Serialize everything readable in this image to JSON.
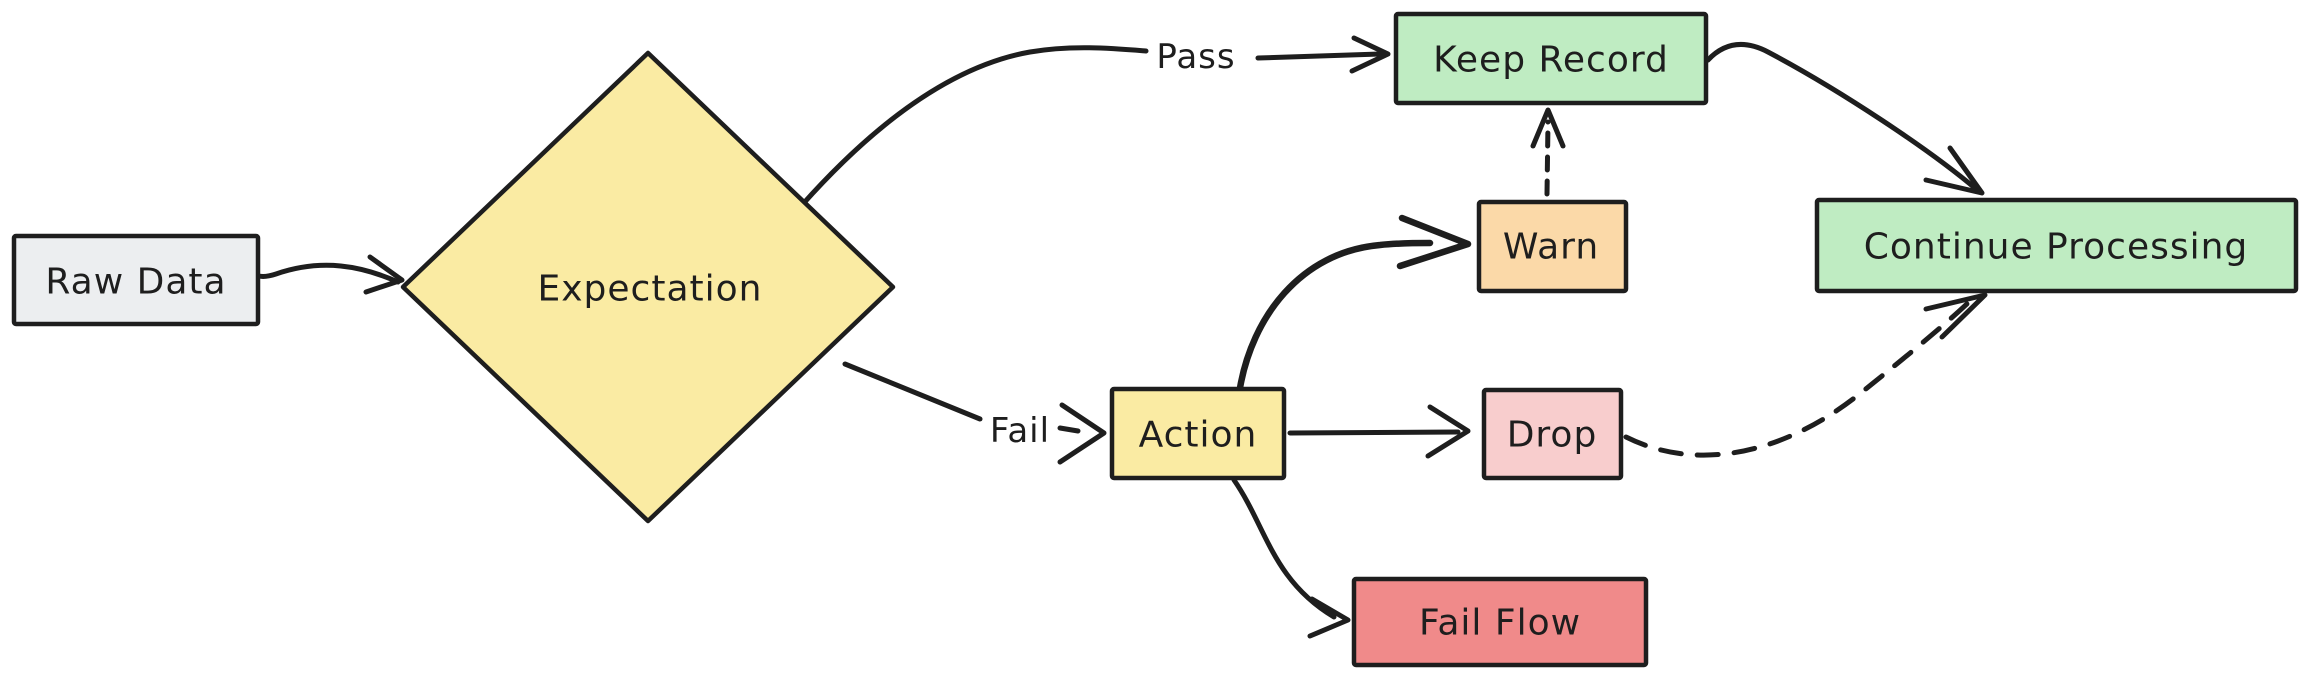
{
  "diagram": {
    "title": "Expectation validation flowchart",
    "background": "#ffffff",
    "stroke_color": "#1e1e1e",
    "nodes": {
      "raw_data": {
        "label": "Raw Data",
        "shape": "rectangle",
        "fill": "#eceef0"
      },
      "expectation": {
        "label": "Expectation",
        "shape": "diamond",
        "fill": "#faeba3"
      },
      "keep_record": {
        "label": "Keep Record",
        "shape": "rectangle",
        "fill": "#bfecc2"
      },
      "warn": {
        "label": "Warn",
        "shape": "rectangle",
        "fill": "#fbd9a8"
      },
      "action": {
        "label": "Action",
        "shape": "rectangle",
        "fill": "#faeba3"
      },
      "drop": {
        "label": "Drop",
        "shape": "rectangle",
        "fill": "#f8cdcd"
      },
      "fail_flow": {
        "label": "Fail Flow",
        "shape": "rectangle",
        "fill": "#f08a8a"
      },
      "continue_processing": {
        "label": "Continue Processing",
        "shape": "rectangle",
        "fill": "#bfecc2"
      }
    },
    "edge_labels": {
      "pass": "Pass",
      "fail": "Fail"
    },
    "edges": [
      {
        "from": "raw_data",
        "to": "expectation",
        "style": "solid"
      },
      {
        "from": "expectation",
        "to": "keep_record",
        "style": "solid",
        "label": "Pass"
      },
      {
        "from": "expectation",
        "to": "action",
        "style": "solid",
        "label": "Fail"
      },
      {
        "from": "action",
        "to": "warn",
        "style": "solid"
      },
      {
        "from": "action",
        "to": "drop",
        "style": "solid"
      },
      {
        "from": "action",
        "to": "fail_flow",
        "style": "solid"
      },
      {
        "from": "warn",
        "to": "keep_record",
        "style": "dashed"
      },
      {
        "from": "drop",
        "to": "continue_processing",
        "style": "dashed"
      },
      {
        "from": "keep_record",
        "to": "continue_processing",
        "style": "solid"
      }
    ]
  }
}
